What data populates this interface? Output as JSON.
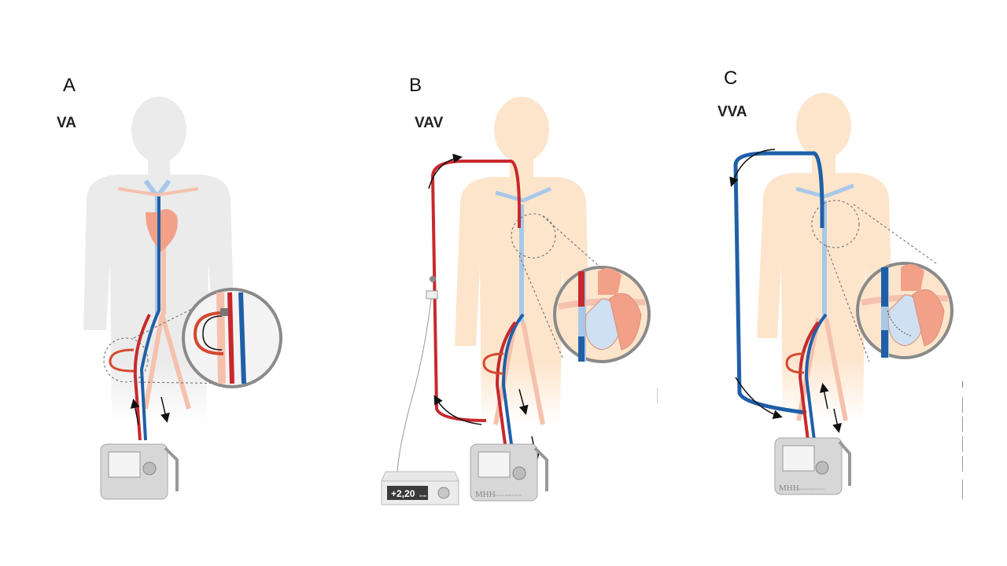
{
  "figure": {
    "panels": [
      {
        "letter": "A",
        "mode": "VA",
        "body_tint": "gray",
        "description": "Veno-arterial ECMO with distal limb perfusion cannula"
      },
      {
        "letter": "B",
        "mode": "VAV",
        "body_tint": "peach",
        "description": "Veno-arterial-venous ECMO with flow measurement"
      },
      {
        "letter": "C",
        "mode": "VVA",
        "body_tint": "peach",
        "description": "Veno-veno-arterial ECMO"
      }
    ],
    "flow_meter_display": "+2,20",
    "flow_meter_unit": "l/min",
    "device_brand": "MHH",
    "device_brand_sub": "Hannover Medical School",
    "colors": {
      "arterial": "#c8282d",
      "venous": "#1f5fa8",
      "body_gray": "#ececec",
      "body_peach": "#fde6cf",
      "device": "#d4d4d4"
    }
  }
}
